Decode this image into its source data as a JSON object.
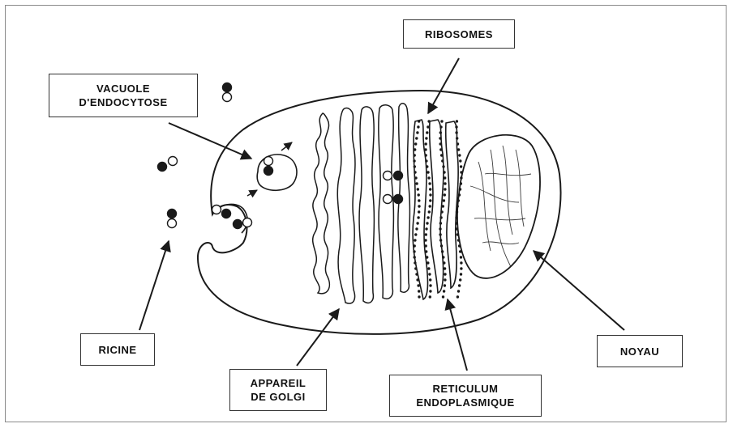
{
  "labels": {
    "ribosomes": "RIBOSOMES",
    "vacuole_line1": "VACUOLE",
    "vacuole_line2": "D'ENDOCYTOSE",
    "ricine": "RICINE",
    "golgi_line1": "APPAREIL",
    "golgi_line2": "DE GOLGI",
    "reticulum_line1": "RETICULUM",
    "reticulum_line2": "ENDOPLASMIQUE",
    "noyau": "NOYAU"
  },
  "colors": {
    "line": "#1a1a1a",
    "background": "#ffffff",
    "frame": "#8a8a8a"
  }
}
